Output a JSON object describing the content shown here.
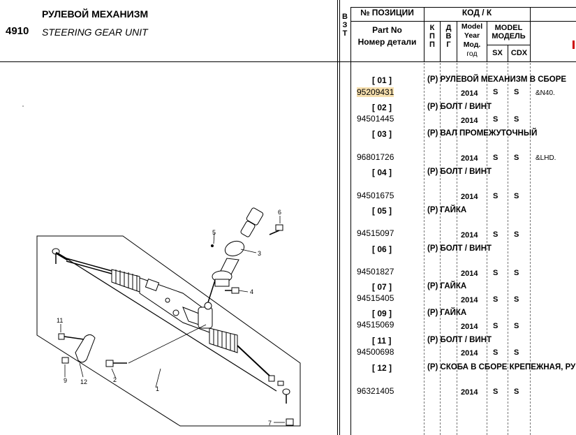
{
  "header": {
    "title_ru": "РУЛЕВОЙ МЕХАНИЗМ",
    "group_code": "4910",
    "title_en": "STEERING GEAR UNIT",
    "vzt_letters": [
      "В",
      "З",
      "Т"
    ],
    "position_label": "№ ПОЗИЦИИ",
    "code_label": "КОД / К",
    "part_no_en": "Part No",
    "part_no_ru": "Номер детали",
    "kpp_letters": [
      "К",
      "П",
      "П"
    ],
    "dvg_letters": [
      "Д",
      "В",
      "Г"
    ],
    "model_year_lines": [
      "Model",
      "Year",
      "Мод.",
      "год"
    ],
    "model_label": "MODEL",
    "model_label_ru": "МОДЕЛЬ",
    "sx_label": "SX",
    "cdx_label": "CDX"
  },
  "rows": [
    {
      "pos": "[ 01 ]",
      "part_no": "95209431",
      "desc": "(Р) РУЛЕВОЙ МЕХАНИЗМ В СБОРЕ",
      "year": "2014",
      "sx": "S",
      "cdx": "S",
      "note": "&N40.",
      "highlight": true
    },
    {
      "pos": "[ 02 ]",
      "part_no": "94501445",
      "desc": "(Р) БОЛТ / ВИНТ",
      "year": "2014",
      "sx": "S",
      "cdx": "S",
      "note": ""
    },
    {
      "pos": "[ 03 ]",
      "part_no": "96801726",
      "desc": "(Р) ВАЛ ПРОМЕЖУТОЧНЫЙ",
      "year": "2014",
      "sx": "S",
      "cdx": "S",
      "note": "&LHD."
    },
    {
      "pos": "[ 04 ]",
      "part_no": "94501675",
      "desc": "(Р) БОЛТ / ВИНТ",
      "year": "2014",
      "sx": "S",
      "cdx": "S",
      "note": ""
    },
    {
      "pos": "[ 05 ]",
      "part_no": "94515097",
      "desc": "(Р) ГАЙКА",
      "year": "2014",
      "sx": "S",
      "cdx": "S",
      "note": ""
    },
    {
      "pos": "[ 06 ]",
      "part_no": "94501827",
      "desc": "(Р) БОЛТ / ВИНТ",
      "year": "2014",
      "sx": "S",
      "cdx": "S",
      "note": ""
    },
    {
      "pos": "[ 07 ]",
      "part_no": "94515405",
      "desc": "(Р) ГАЙКА",
      "year": "2014",
      "sx": "S",
      "cdx": "S",
      "note": ""
    },
    {
      "pos": "[ 09 ]",
      "part_no": "94515069",
      "desc": "(Р) ГАЙКА",
      "year": "2014",
      "sx": "S",
      "cdx": "S",
      "note": ""
    },
    {
      "pos": "[ 11 ]",
      "part_no": "94500698",
      "desc": "(Р) БОЛТ / ВИНТ",
      "year": "2014",
      "sx": "S",
      "cdx": "S",
      "note": ""
    },
    {
      "pos": "[ 12 ]",
      "part_no": "96321405",
      "desc": "(Р) СКОБА В СБОРЕ КРЕПЕЖНАЯ, РУ",
      "year": "2014",
      "sx": "S",
      "cdx": "S",
      "note": ""
    }
  ],
  "diagram": {
    "callouts": [
      "1",
      "2",
      "3",
      "4",
      "5",
      "6",
      "7",
      "9",
      "11",
      "12"
    ]
  },
  "colors": {
    "highlight": "#f6dfae"
  }
}
